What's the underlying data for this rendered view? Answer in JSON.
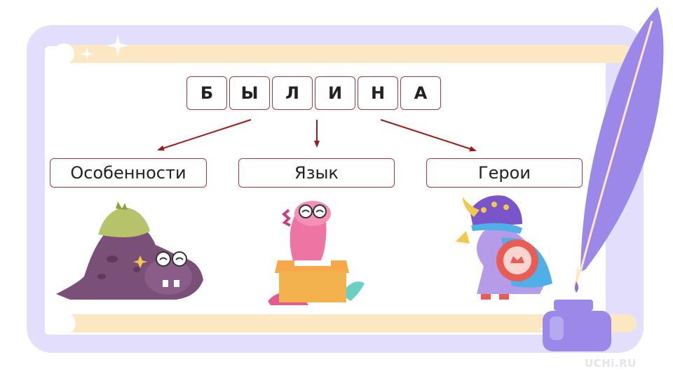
{
  "word": {
    "letters": [
      "Б",
      "Ы",
      "Л",
      "И",
      "Н",
      "А"
    ]
  },
  "categories": {
    "features": "Особенности",
    "language": "Язык",
    "heroes": "Герои"
  },
  "watermark": "UCHi.RU",
  "colors": {
    "frame": "#e3defb",
    "strip": "#fbe8c3",
    "border": "#a33a3a",
    "arrow": "#9b1b1b",
    "feather": "#9b88e8"
  },
  "icons": [
    "sparkle-icon",
    "dinosaur-mountain-illustration",
    "dinosaur-desk-illustration",
    "dinosaur-hero-illustration",
    "feather-quill-illustration",
    "inkwell-illustration"
  ]
}
